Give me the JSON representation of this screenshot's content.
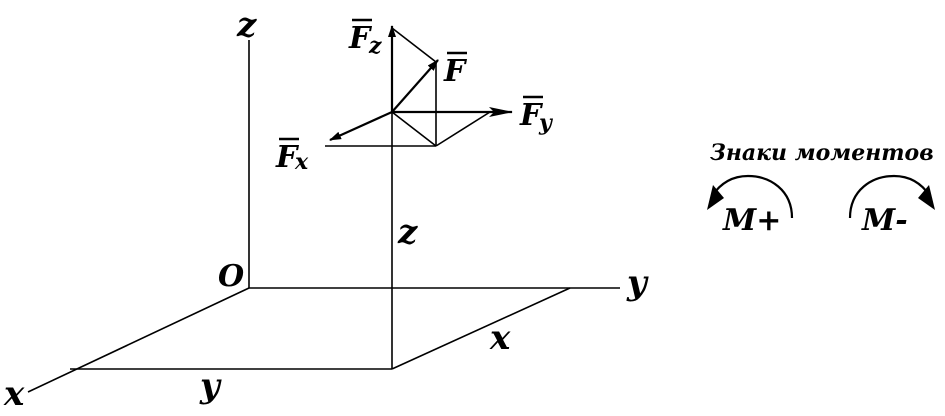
{
  "axes": {
    "origin_label": "O",
    "z_label": "z",
    "y_label": "y",
    "x_label": "x"
  },
  "projections": {
    "y_label": "y",
    "x_label": "x",
    "z_label": "z"
  },
  "forces": {
    "f_label": "F",
    "fz_main": "F",
    "fz_sub": "z",
    "fy_main": "F",
    "fy_sub": "y",
    "fx_main": "F",
    "fx_sub": "x"
  },
  "moment_signs": {
    "title": "Знаки моментов",
    "positive_label": "M+",
    "negative_label": "M-"
  }
}
